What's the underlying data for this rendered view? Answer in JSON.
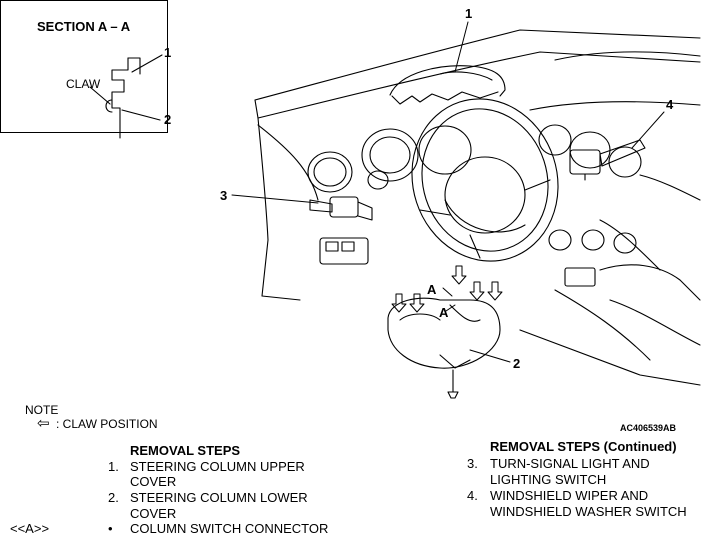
{
  "diagram": {
    "section_title": "SECTION A – A",
    "inset_callouts": {
      "one": "1",
      "two": "2",
      "claw": "CLAW"
    },
    "callouts": {
      "c1": "1",
      "c2": "2",
      "c3": "3",
      "c4": "4",
      "a_upper": "A",
      "a_lower": "A"
    },
    "figure_id": "AC406539AB"
  },
  "note": {
    "title": "NOTE",
    "legend_symbol": "⇦",
    "legend_text": ": CLAW POSITION"
  },
  "removal_steps": {
    "title": "REMOVAL STEPS",
    "items": [
      {
        "num": "1.",
        "line1": "STEERING COLUMN UPPER",
        "line2": "COVER"
      },
      {
        "num": "2.",
        "line1": "STEERING COLUMN LOWER",
        "line2": "COVER"
      },
      {
        "num": "•",
        "line1": "COLUMN SWITCH CONNECTOR",
        "ref": "<<A>>"
      }
    ]
  },
  "removal_steps_continued": {
    "title": "REMOVAL STEPS (Continued)",
    "items": [
      {
        "num": "3.",
        "line1": "TURN-SIGNAL LIGHT AND",
        "line2": "LIGHTING SWITCH"
      },
      {
        "num": "4.",
        "line1": "WINDSHIELD WIPER AND",
        "line2": "WINDSHIELD WASHER SWITCH"
      }
    ]
  }
}
